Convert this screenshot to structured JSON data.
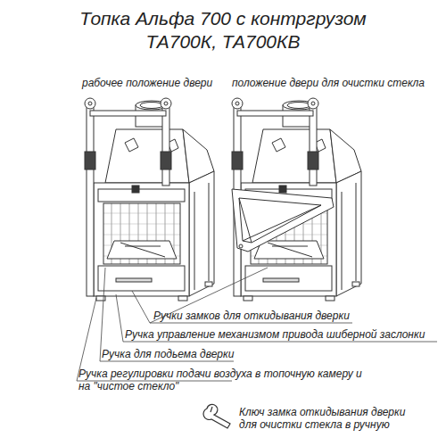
{
  "diagram": {
    "title": "Топка Альфа 700 с контргрузом ТА700К, ТА700КВ",
    "labels": [
      "рабочее положение двери",
      "положение двери для очистки стекла",
      "Ручки замков для откидывания дверки",
      "Ручка управление механизмом привода шиберной заслонки",
      "Ручка для подьема дверки",
      "Ручка регулировки подачи воздуха в топочную камеру и на \"чистое стекло\"",
      "Ключ замка откидывания дверки для очистки стекла в ручную"
    ]
  }
}
